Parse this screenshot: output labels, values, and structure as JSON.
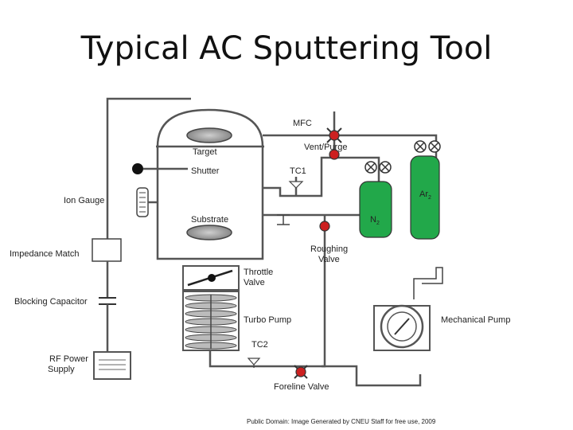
{
  "title": "Typical AC Sputtering Tool",
  "labels": {
    "mfc": "MFC",
    "vent_purge": "Vent/Purge",
    "target": "Target",
    "shutter": "Shutter",
    "tc1": "TC1",
    "ion_gauge": "Ion Gauge",
    "ar": "Ar",
    "ar_sub": "2",
    "substrate": "Substrate",
    "n": "N",
    "n_sub": "2",
    "roughing_valve_1": "Roughing",
    "roughing_valve_2": "Valve",
    "impedance_match": "Impedance Match",
    "throttle_valve_1": "Throttle",
    "throttle_valve_2": "Valve",
    "blocking_capacitor": "Blocking Capacitor",
    "turbo_pump": "Turbo Pump",
    "mechanical_pump": "Mechanical Pump",
    "tc2": "TC2",
    "rf_power_1": "RF Power",
    "rf_power_2": "Supply",
    "foreline_valve": "Foreline Valve",
    "credit": "Public Domain: Image Generated by CNEU Staff for free use, 2009"
  },
  "colors": {
    "cylinder": "#22a84a",
    "valve": "#cc2020",
    "disc": "#999999"
  }
}
